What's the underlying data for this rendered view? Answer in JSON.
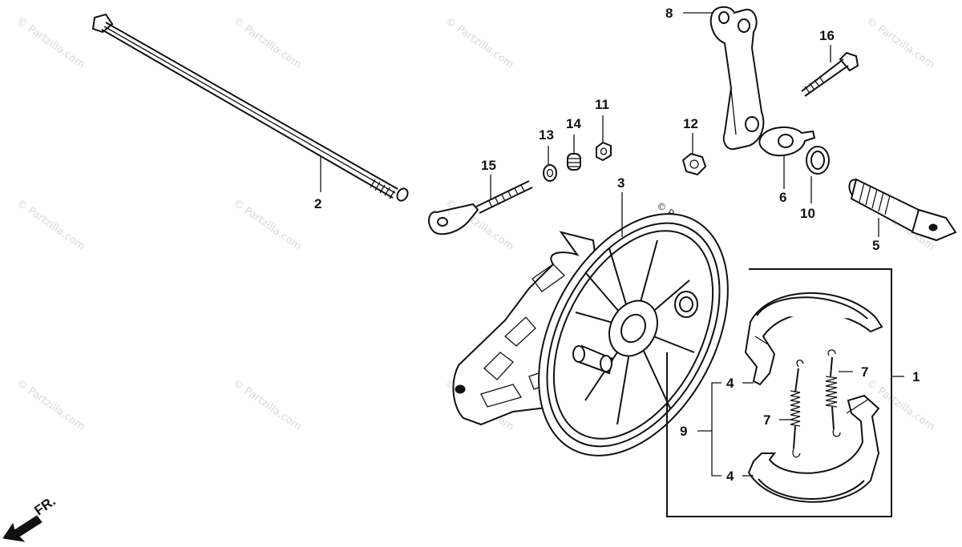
{
  "callouts": {
    "c1": "1",
    "c2": "2",
    "c3": "3",
    "c4a": "4",
    "c4b": "4",
    "c5": "5",
    "c6": "6",
    "c7a": "7",
    "c7b": "7",
    "c8": "8",
    "c9": "9",
    "c10": "10",
    "c11": "11",
    "c12": "12",
    "c13": "13",
    "c14": "14",
    "c15": "15",
    "c16": "16"
  },
  "direction_label": "FR.",
  "watermark_text": "© Partzilla.com",
  "colors": {
    "line": "#111111",
    "background": "#ffffff",
    "watermark": "#d8d8d8"
  }
}
